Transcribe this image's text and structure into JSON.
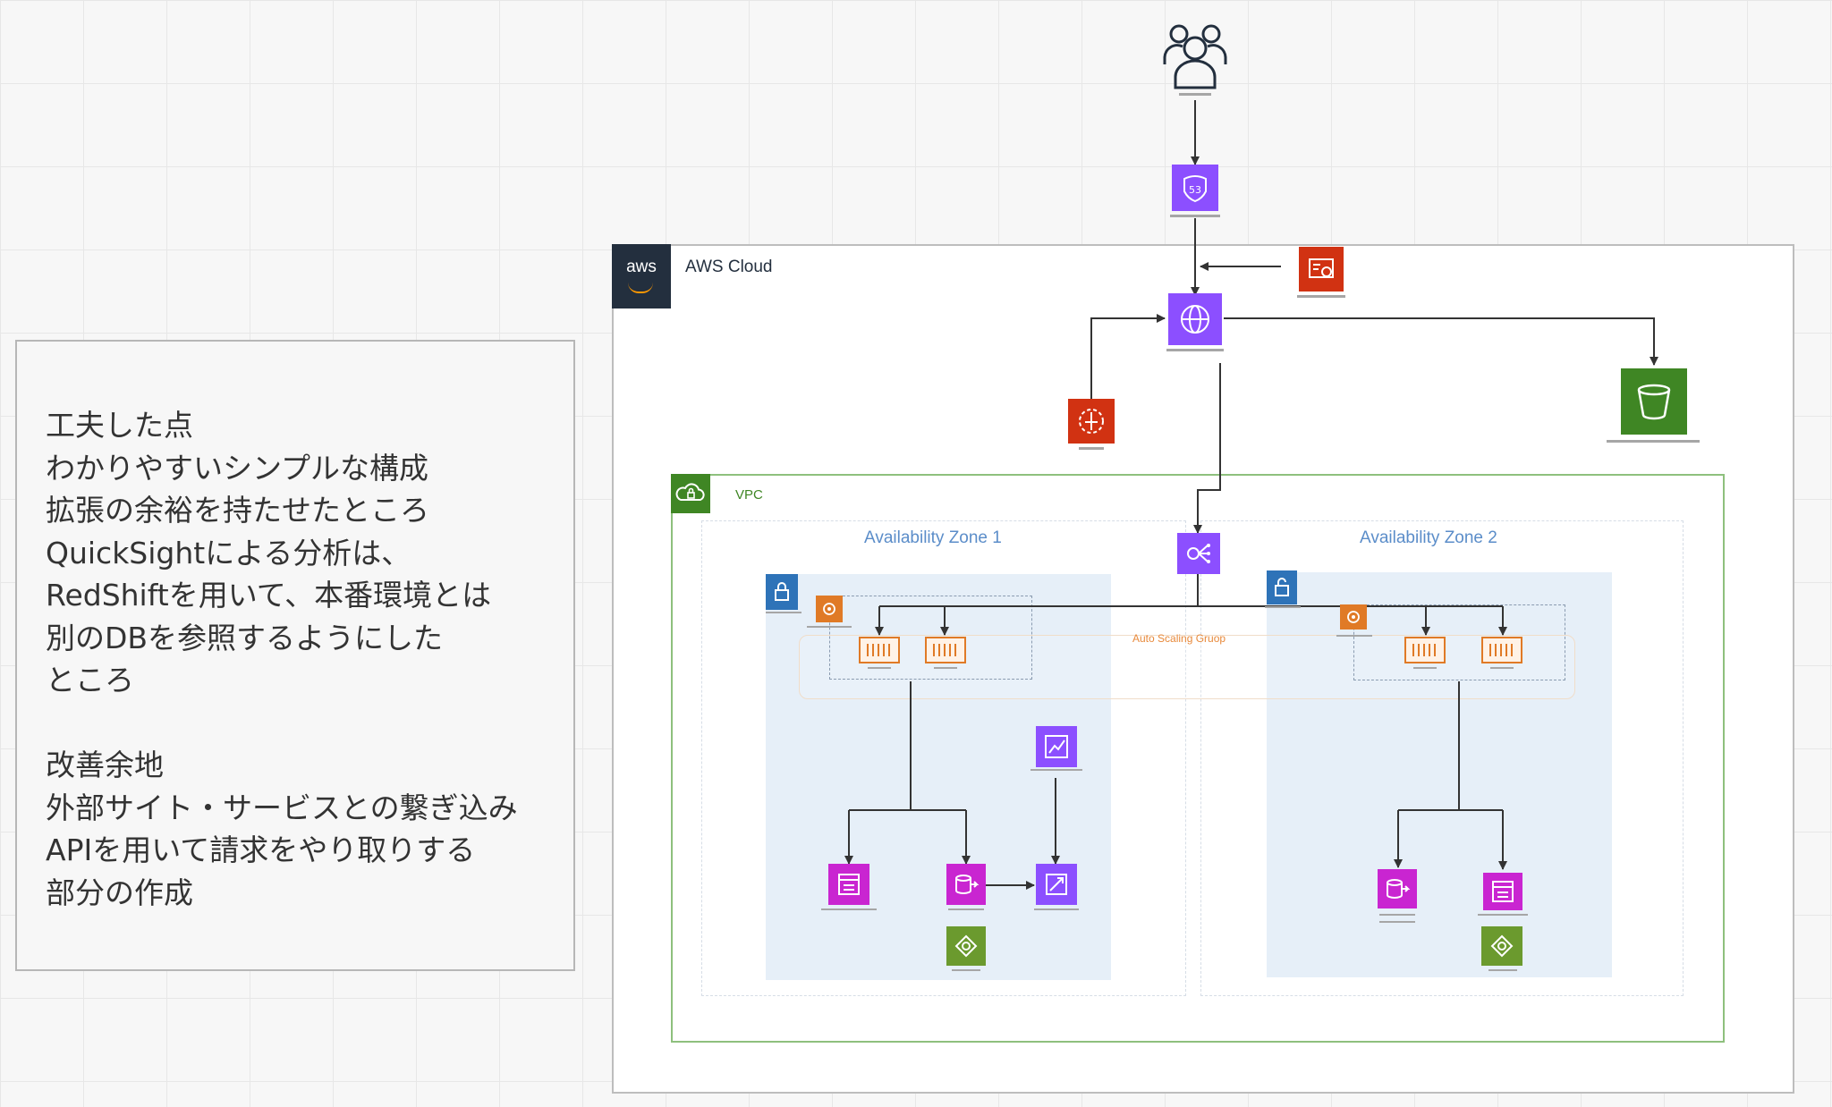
{
  "notes": {
    "lines": [
      "工夫した点",
      "わかりやすいシンプルな構成",
      "拡張の余裕を持たせたところ",
      "QuickSightによる分析は、",
      "RedShiftを用いて、本番環境とは",
      "別のDBを参照するようにした",
      "ところ",
      "",
      "改善余地",
      "外部サイト・サービスとの繋ぎ込み",
      "APIを用いて請求をやり取りする",
      "部分の作成"
    ]
  },
  "diagram": {
    "aws_cloud_label": "AWS Cloud",
    "aws_logo_text": "aws",
    "vpc_label": "VPC",
    "az1_label": "Availability Zone 1",
    "az2_label": "Availability Zone 2",
    "asg_label": "Auto Scaling Gruop"
  },
  "icons": {
    "users": "users-icon",
    "dns": "route53-icon",
    "certificate": "certificate-manager-icon",
    "cdn": "cloudfront-icon",
    "waf": "waf-icon",
    "storage": "s3-bucket-icon",
    "load_balancer": "load-balancer-icon",
    "private_subnet": "private-subnet-lock-icon",
    "public_subnet": "public-subnet-icon",
    "compute": "ec2-icon",
    "container": "ecs-container-icon",
    "database": "rds-icon",
    "cache": "elasticache-icon",
    "analytics": "quicksight-icon",
    "warehouse": "redshift-icon",
    "replica_agent": "rds-proxy-icon"
  },
  "colors": {
    "security": "#d13212",
    "networking": "#8c4fff",
    "storage": "#3f8624",
    "compute": "#e07a26",
    "database": "#c925d1",
    "aws_dark": "#232f3e",
    "subnet_private": "#2e73b8"
  }
}
